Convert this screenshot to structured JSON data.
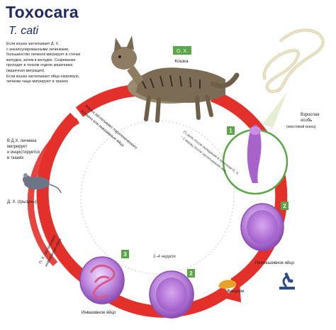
{
  "header": {
    "title": "Toxocara",
    "subtitle": "T. cati"
  },
  "intro_lines": [
    "Если кошка заглатывает Д. Х.",
    "с инкапсулированными личинками,",
    "большинство личинок мигрирует в стенки",
    "желудка, затем в желудок. Созревание",
    "проходит в тонком отделе кишечника",
    "(кишечная миграция).",
    "Если кошка заглатывает яйца напрямую,",
    "личинки чаще мигрируют в трахею"
  ],
  "labels": {
    "definitive_host_badge": "О. Х.",
    "cat": "Кошка",
    "adult_worm": [
      "Взрослая",
      "особь"
    ],
    "adult_worm_note": "(хвостовой конец)",
    "paratenic_note": [
      "В Д.Х. личинка",
      "мигрирует",
      "и инцистируется",
      "в тканях"
    ],
    "rodent_host": "Д. Х. (грызуны)",
    "cat_eats_host": [
      "Кошка заглатывает паратенического",
      "хозяина или инвазивные яйца"
    ],
    "paratenic_eats_eggs": [
      "П. Х. заглатывает",
      "инвазивные яйца"
    ],
    "timing_note": [
      "21 день после попадания в организм О. Х.",
      "~ 1 месяц после заглатывания яиц"
    ],
    "embryonation_time": "2–4 недели",
    "feces": "Фекалии",
    "infective_egg": "Инвазивное яйцо",
    "unembryonated_egg": "Неинвазивное яйцо"
  },
  "stages": [
    "1",
    "2",
    "2",
    "3"
  ],
  "colors": {
    "title": "#1f2a63",
    "cycle_arrow": "#e4302b",
    "stage_badge": "#5aa646",
    "adult_panel": "#5aa646",
    "egg_fill": "#a763c9",
    "larva": "#d65a8e",
    "feces": "#e7a22a",
    "microscope": "#2d4a8a"
  },
  "icons": [
    "cat-illustration",
    "adult-worm-illustration",
    "mouse-icon",
    "microscope-icon",
    "feces-icon"
  ]
}
